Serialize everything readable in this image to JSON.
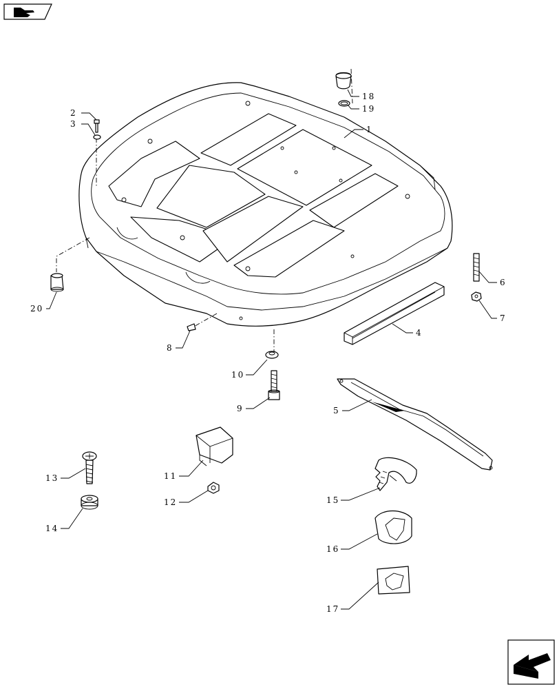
{
  "callouts": [
    {
      "id": "c1",
      "label": "1"
    },
    {
      "id": "c2",
      "label": "2"
    },
    {
      "id": "c3",
      "label": "3"
    },
    {
      "id": "c4",
      "label": "4"
    },
    {
      "id": "c5",
      "label": "5"
    },
    {
      "id": "c6",
      "label": "6"
    },
    {
      "id": "c7",
      "label": "7"
    },
    {
      "id": "c8",
      "label": "8"
    },
    {
      "id": "c9",
      "label": "9"
    },
    {
      "id": "c10",
      "label": "10"
    },
    {
      "id": "c11",
      "label": "11"
    },
    {
      "id": "c12",
      "label": "12"
    },
    {
      "id": "c13",
      "label": "13"
    },
    {
      "id": "c14",
      "label": "14"
    },
    {
      "id": "c15",
      "label": "15"
    },
    {
      "id": "c16",
      "label": "16"
    },
    {
      "id": "c17",
      "label": "17"
    },
    {
      "id": "c18",
      "label": "18"
    },
    {
      "id": "c19",
      "label": "19"
    },
    {
      "id": "c20",
      "label": "20"
    }
  ],
  "icons": {
    "top_left": "hand-pointing-icon",
    "bottom_right": "next-page-arrow-icon"
  },
  "colors": {
    "line": "#000000",
    "background": "#ffffff"
  }
}
